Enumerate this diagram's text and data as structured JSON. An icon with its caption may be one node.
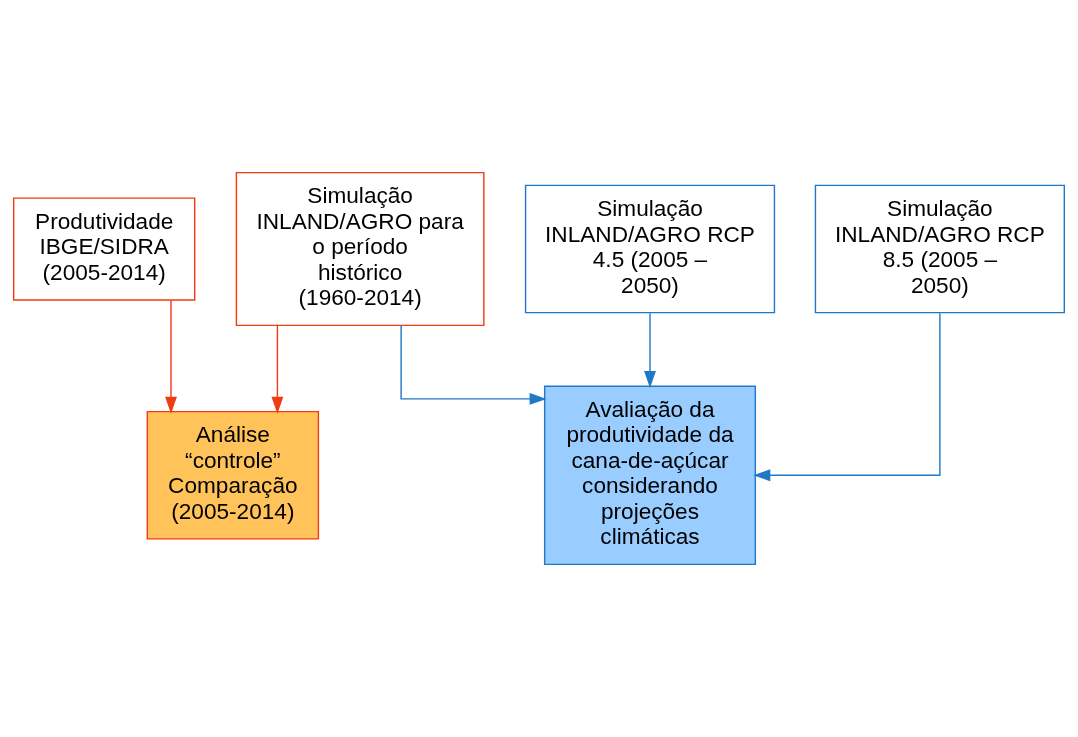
{
  "diagram": {
    "nodes": [
      {
        "text": [
          "Simulação INLAND/AGRO para o período histórico (1960-2014)"
        ]
      },
      {
        "text": [
          "Produtividade IBGE/SIDRA (2005-2014)"
        ]
      },
      {
        "text": [
          "Simulação INLAND/AGRO RCP 4.5 (2005 – 2050)"
        ]
      },
      {
        "text": [
          "Simulação INLAND/AGRO RCP 8.5 (2005 – 2050)"
        ]
      },
      {
        "text": [
          "Análise “controle” Comparação (2005-2014)"
        ]
      },
      {
        "text": [
          "Avaliação da produtividade da cana-de-açúcar considerando projeções climáticas"
        ]
      }
    ],
    "edges": [
      {
        "from": 0,
        "to": 4,
        "arrow": "to",
        "color": "#f03c14"
      },
      {
        "from": 1,
        "to": 4,
        "arrow": "to",
        "color": "#f03c14"
      },
      {
        "from": 0,
        "to": 5,
        "arrow": "to"
      },
      {
        "from": 2,
        "to": 5,
        "arrow": "to"
      },
      {
        "from": 3,
        "to": 5,
        "arrow": "to"
      }
    ]
  }
}
